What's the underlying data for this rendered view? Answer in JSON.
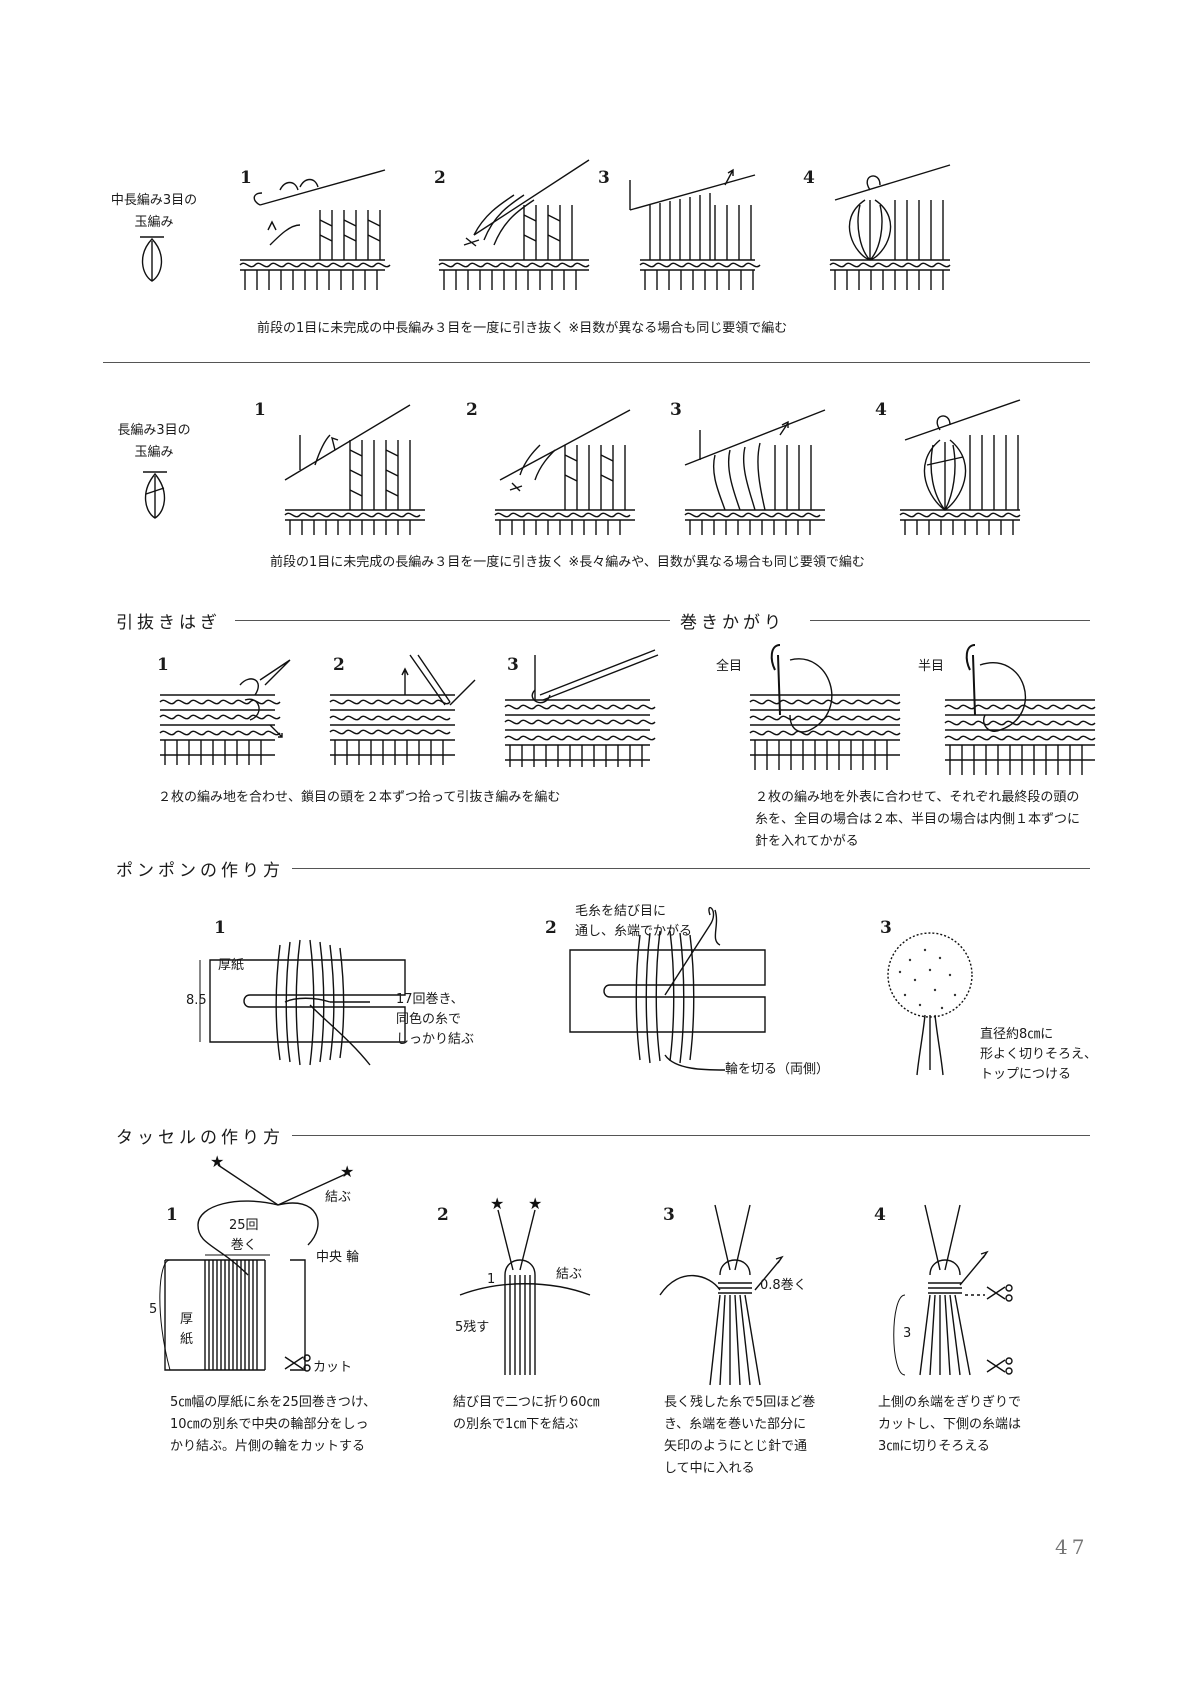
{
  "sec1": {
    "title_line1": "中長編み3目の",
    "title_line2": "玉編み",
    "steps": [
      "1",
      "2",
      "3",
      "4"
    ],
    "caption": "前段の1目に未完成の中長編み３目を一度に引き抜く ※目数が異なる場合も同じ要領で編む"
  },
  "sec2": {
    "title_line1": "長編み3目の",
    "title_line2": "玉編み",
    "steps": [
      "1",
      "2",
      "3",
      "4"
    ],
    "caption": "前段の1目に未完成の長編み３目を一度に引き抜く ※長々編みや、目数が異なる場合も同じ要領で編む"
  },
  "sec3": {
    "title": "引抜きはぎ",
    "steps": [
      "1",
      "2",
      "3"
    ],
    "caption": "２枚の編み地を合わせ、鎖目の頭を２本ずつ拾って引抜き編みを編む"
  },
  "sec4": {
    "title": "巻きかがり",
    "label_full": "全目",
    "label_half": "半目",
    "caption_line1": "２枚の編み地を外表に合わせて、それぞれ最終段の頭の",
    "caption_line2": "糸を、全目の場合は２本、半目の場合は内側１本ずつに",
    "caption_line3": "針を入れてかがる"
  },
  "sec5": {
    "title": "ポンポンの作り方",
    "steps": [
      "1",
      "2",
      "3"
    ],
    "board_label": "厚紙",
    "dim": "8.5",
    "note1_line1": "17回巻き、",
    "note1_line2": "同色の糸で",
    "note1_line3": "しっかり結ぶ",
    "note2_line1": "毛糸を結び目に",
    "note2_line2": "通し、糸端でかがる",
    "note2_cut": "輪を切る（両側）",
    "note3_line1": "直径約8㎝に",
    "note3_line2": "形よく切りそろえ、",
    "note3_line3": "トップにつける"
  },
  "sec6": {
    "title": "タッセルの作り方",
    "steps": [
      "1",
      "2",
      "3",
      "4"
    ],
    "s1_tie": "結ぶ",
    "s1_wind_line1": "25回",
    "s1_wind_line2": "巻く",
    "s1_center": "中央 輪",
    "s1_dim": "5",
    "s1_board_line1": "厚",
    "s1_board_line2": "紙",
    "s1_cut": "カット",
    "s2_one": "1",
    "s2_tie": "結ぶ",
    "s2_leave": "5残す",
    "s3_wrap": "0.8巻く",
    "s4_dim": "3",
    "cap1_line1": "5㎝幅の厚紙に糸を25回巻きつけ、",
    "cap1_line2": "10㎝の別糸で中央の輪部分をしっ",
    "cap1_line3": "かり結ぶ。片側の輪をカットする",
    "cap2_line1": "結び目で二つに折り60㎝",
    "cap2_line2": "の別糸で1㎝下を結ぶ",
    "cap3_line1": "長く残した糸で5回ほど巻",
    "cap3_line2": "き、糸端を巻いた部分に",
    "cap3_line3": "矢印のようにとじ針で通",
    "cap3_line4": "して中に入れる",
    "cap4_line1": "上側の糸端をぎりぎりで",
    "cap4_line2": "カットし、下側の糸端は",
    "cap4_line3": "3㎝に切りそろえる"
  },
  "page_number": "47"
}
